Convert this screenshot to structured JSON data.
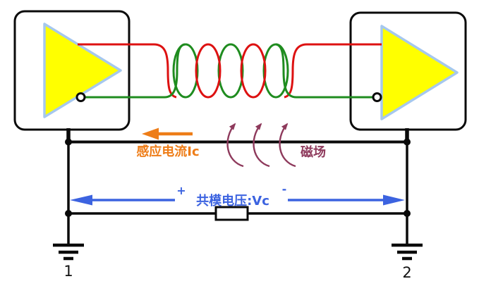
{
  "labels": {
    "induced_current": "感应电流Ic",
    "magnetic_field": "磁场",
    "common_mode_voltage": "共模电压:Vc",
    "plus": "+",
    "minus": "-",
    "ground_left": "1",
    "ground_right": "2"
  },
  "colors": {
    "outline": "#0a0a0a",
    "wire-red": "#dd1111",
    "wire-green": "#1f8c1f",
    "amp-fill": "#ffff00",
    "amp-stroke": "#a6c8ee",
    "orange": "#ee7d18",
    "maroon": "#8e3a5c",
    "blue": "#3c63e0"
  }
}
